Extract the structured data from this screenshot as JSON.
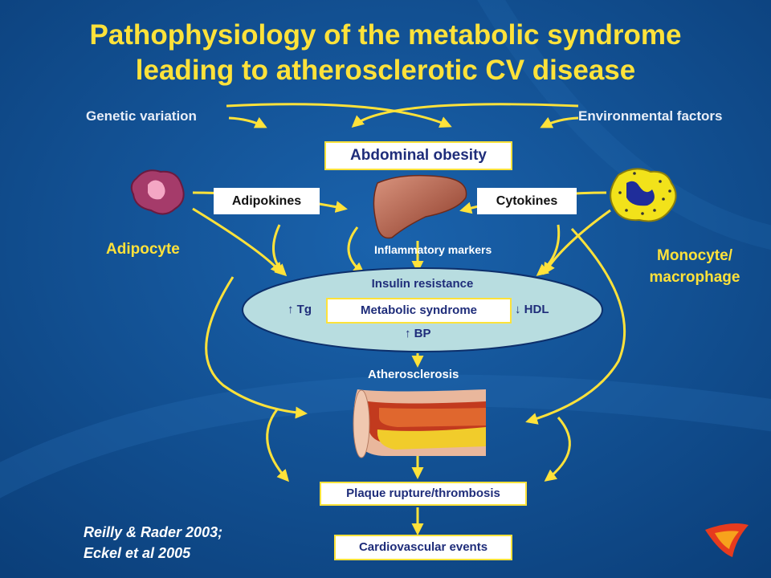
{
  "title": {
    "line1": "Pathophysiology of the metabolic syndrome",
    "line2": "leading to atherosclerotic CV disease"
  },
  "labels": {
    "genetic": "Genetic variation",
    "environmental": "Environmental factors",
    "abdominal_obesity": "Abdominal obesity",
    "adipokines": "Adipokines",
    "cytokines": "Cytokines",
    "adipocyte": "Adipocyte",
    "monocyte_line1": "Monocyte/",
    "monocyte_line2": "macrophage",
    "inflammatory": "Inflammatory markers",
    "insulin_resistance": "Insulin resistance",
    "tg": "Tg",
    "metabolic_syndrome": "Metabolic syndrome",
    "hdl": "HDL",
    "bp": "BP",
    "atherosclerosis": "Atherosclerosis",
    "plaque": "Plaque rupture/thrombosis",
    "cv_events": "Cardiovascular events"
  },
  "arrows": {
    "up": "↑",
    "down": "↓"
  },
  "reference": {
    "line1": "Reilly & Rader 2003;",
    "line2": "Eckel et al 2005"
  },
  "colors": {
    "background": "#0f4b8c",
    "accent": "#ffe23a",
    "ellipse": "#b8dde0",
    "box_text": "#1f2d7a"
  },
  "icons": [
    "adipocyte-cell-icon",
    "liver-icon",
    "macrophage-cell-icon",
    "artery-icon",
    "brand-logo-icon"
  ]
}
